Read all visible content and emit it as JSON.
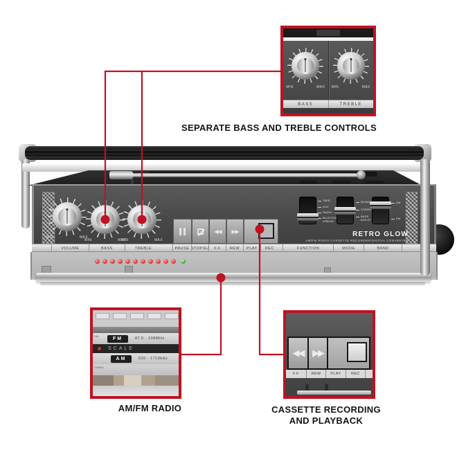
{
  "colors": {
    "accent_red": "#bf1322",
    "caption_text": "#141414",
    "led_red": "#e04848",
    "led_green": "#55b64c"
  },
  "icons": {
    "double_left": "◀◀",
    "double_right": "▶▶"
  },
  "callouts": {
    "bass_treble": {
      "caption": "SEPARATE BASS AND TREBLE CONTROLS",
      "knob_left_label": "BASS",
      "knob_right_label": "TREBLE"
    },
    "radio": {
      "caption": "AM/FM RADIO",
      "fm_band": "FM",
      "fm_range": "87.5 - 108MHz",
      "scale_text": "SCALE",
      "am_band": "AM",
      "am_range": "520 - 1710kHz",
      "dial_edge_top": "DIAL",
      "dial_edge_bottom": "TUNING"
    },
    "cassette": {
      "caption_line1": "CASSETTE RECORDING",
      "caption_line2": "AND PLAYBACK",
      "key_labels": [
        "F.F",
        "REW",
        "PLAY",
        "REC"
      ]
    }
  },
  "device": {
    "brand": "RETRO GLOW",
    "tagline": "AM/FM RADIO CASSETTE RECORDER/DIGITAL CONVERTER",
    "minmax": {
      "min": "MIN",
      "max": "MAX"
    },
    "strip_labels": [
      "VOLUME",
      "BASS",
      "TREBLE",
      "PAUSE",
      "STOP/EJ",
      "F.F",
      "REW",
      "PLAY",
      "REC",
      "FUNCTION",
      "MODE",
      "BAND"
    ],
    "switches": [
      {
        "name": "FUNCTION",
        "options": [
          "TAPE",
          "AUX",
          "RADIO",
          "BLUETOOTH/ USB/SD"
        ]
      },
      {
        "name": "MODE",
        "options": [
          "MONO",
          "STEREO",
          "BASS BOOST"
        ]
      },
      {
        "name": "BAND",
        "options": [
          "AM",
          "FM"
        ]
      }
    ]
  }
}
